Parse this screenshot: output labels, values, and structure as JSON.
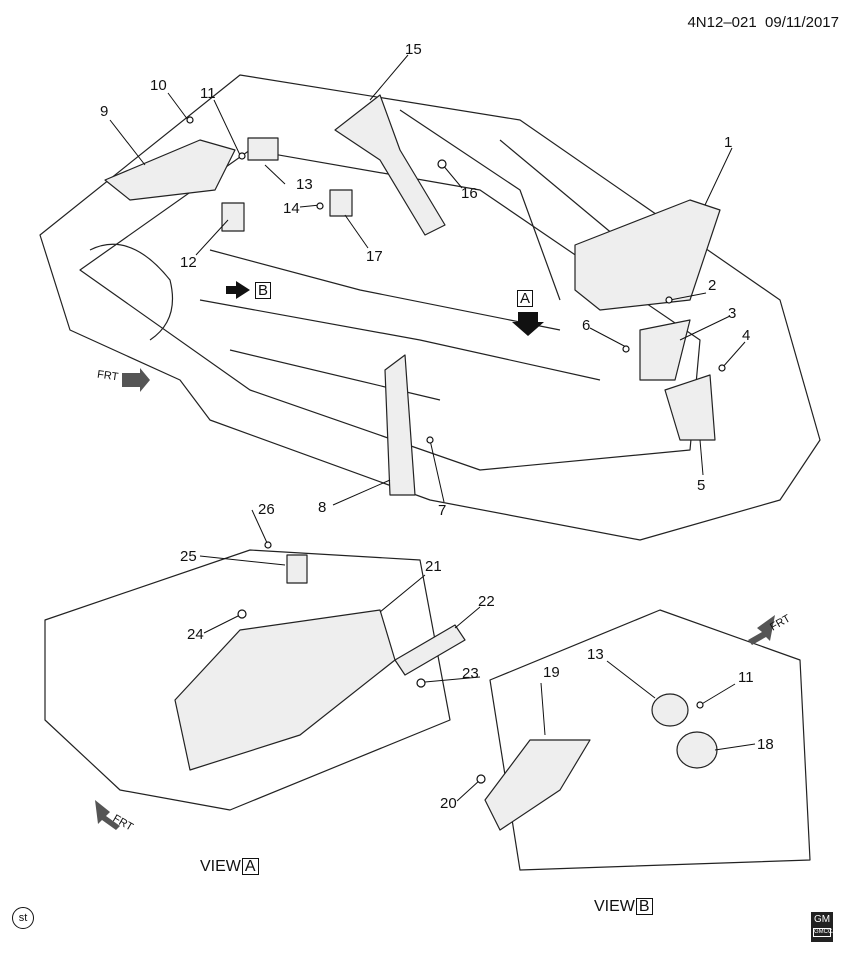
{
  "header": {
    "code": "4N12–021",
    "date": "09/11/2017"
  },
  "callouts": {
    "c1": "1",
    "c2": "2",
    "c3": "3",
    "c4": "4",
    "c5": "5",
    "c6": "6",
    "c7": "7",
    "c8": "8",
    "c9": "9",
    "c10": "10",
    "c11": "11",
    "c12": "12",
    "c13": "13",
    "c14": "14",
    "c15": "15",
    "c16": "16",
    "c17": "17",
    "c19": "19",
    "c20": "20",
    "c21": "21",
    "c22": "22",
    "c23": "23",
    "c24": "24",
    "c25": "25",
    "c26": "26",
    "b11": "11",
    "b13": "13",
    "b18": "18"
  },
  "markers": {
    "a": "A",
    "b": "B",
    "frt": "FRT"
  },
  "views": {
    "a_prefix": "VIEW",
    "a_letter": "A",
    "b_prefix": "VIEW",
    "b_letter": "B"
  },
  "footer": {
    "st": "st",
    "gm": "GM",
    "gm_sub": "GMCCA"
  }
}
